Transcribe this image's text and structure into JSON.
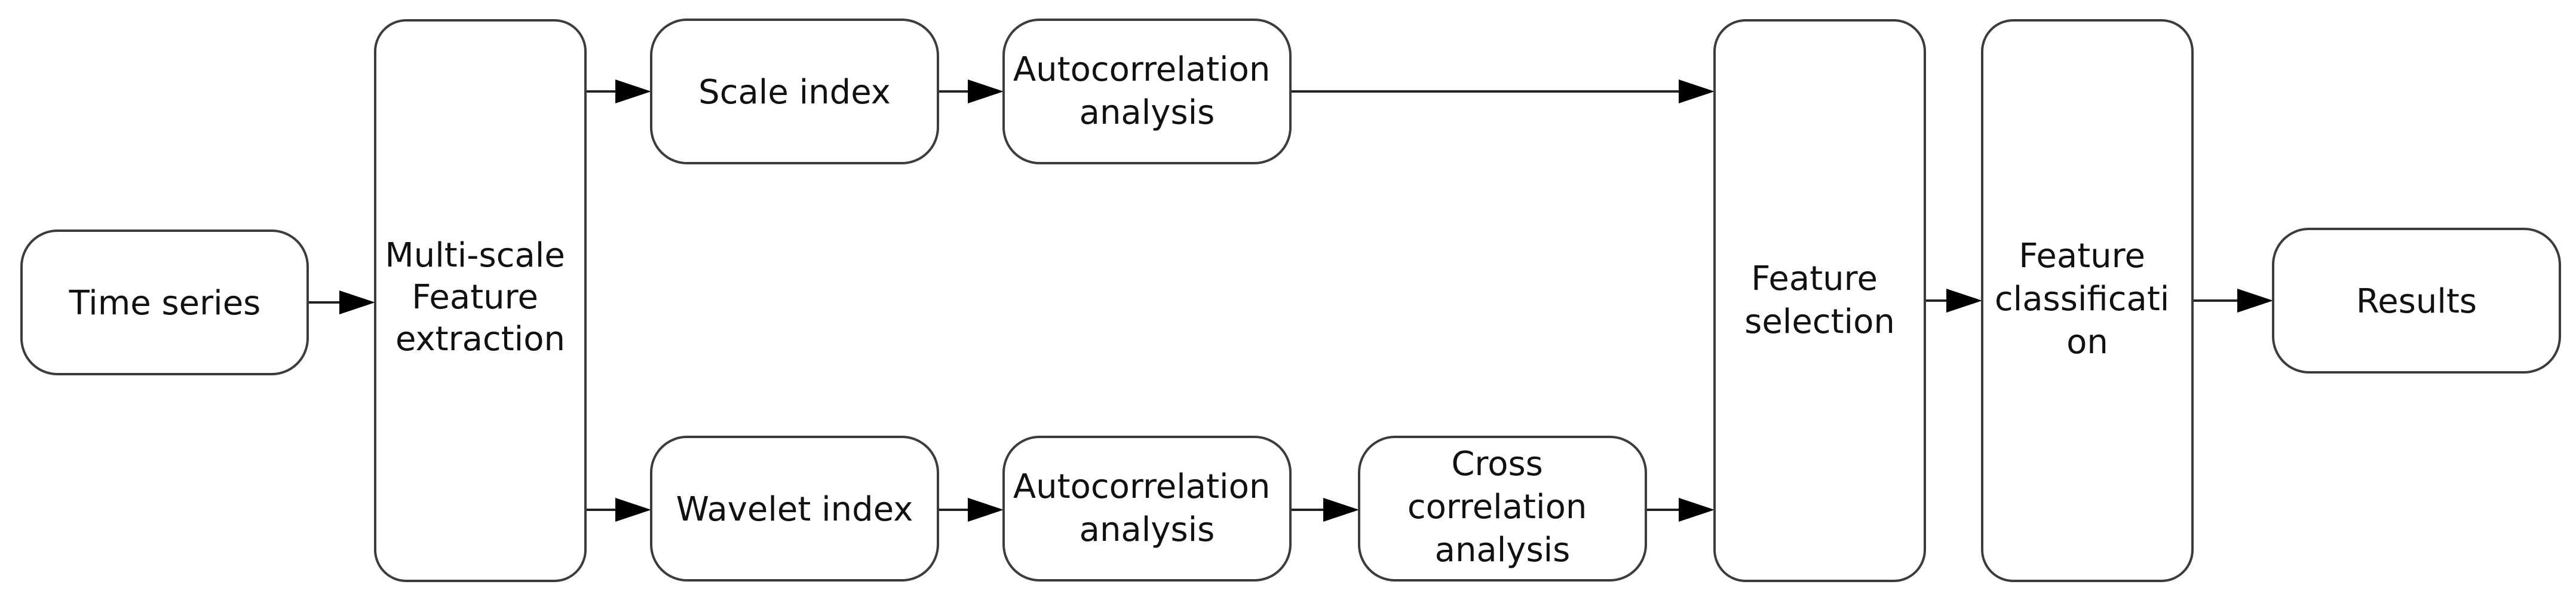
{
  "nodes": {
    "time_series": [
      "Time series"
    ],
    "multiscale": [
      "Multi-scale",
      "Feature",
      "extraction"
    ],
    "scale_index": [
      "Scale index"
    ],
    "autocorr_top": [
      "Autocorrelation",
      "analysis"
    ],
    "wavelet_index": [
      "Wavelet index"
    ],
    "autocorr_bottom": [
      "Autocorrelation",
      "analysis"
    ],
    "cross_corr": [
      "Cross",
      "correlation",
      "analysis"
    ],
    "feature_selection": [
      "Feature",
      "selection"
    ],
    "feature_classification": [
      "Feature",
      "classificati",
      "on"
    ],
    "results": [
      "Results"
    ]
  }
}
